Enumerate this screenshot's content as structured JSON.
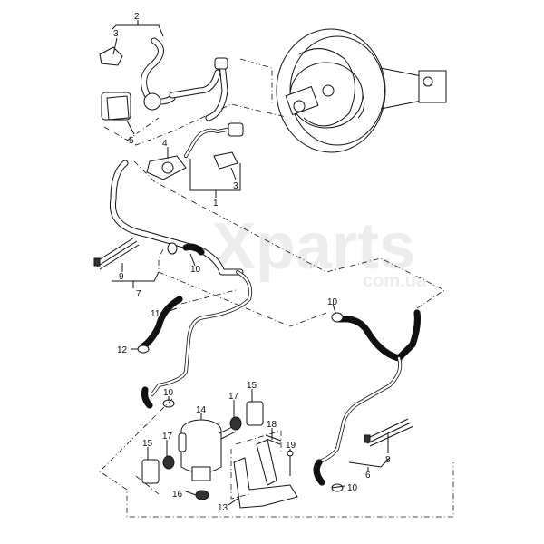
{
  "watermark": {
    "brand": "Xparts",
    "domain": "com.ua"
  },
  "labels": {
    "l2": "2",
    "l3a": "3",
    "l5": "5",
    "l4": "4",
    "l3b": "3",
    "l1": "1",
    "l9": "9",
    "l7": "7",
    "l10a": "10",
    "l11": "11",
    "l12": "12",
    "l10b": "10",
    "l10c": "10",
    "l14": "14",
    "l17a": "17",
    "l15a": "15",
    "l18": "18",
    "l15b": "15",
    "l17b": "17",
    "l19": "19",
    "l16": "16",
    "l13": "13",
    "l10d": "10",
    "l6": "6",
    "l8": "8"
  }
}
